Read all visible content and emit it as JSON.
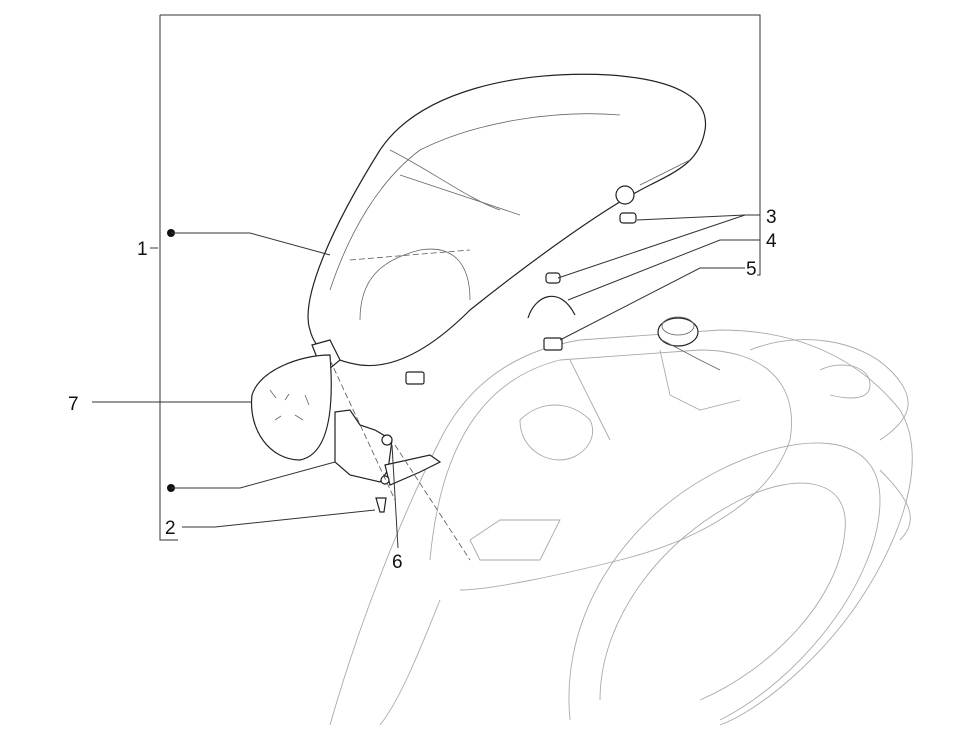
{
  "diagram": {
    "callouts": [
      {
        "id": "1",
        "label": "1"
      },
      {
        "id": "2",
        "label": "2"
      },
      {
        "id": "3",
        "label": "3"
      },
      {
        "id": "4",
        "label": "4"
      },
      {
        "id": "5",
        "label": "5"
      },
      {
        "id": "6",
        "label": "6"
      },
      {
        "id": "7",
        "label": "7"
      }
    ],
    "line_color": "#333333",
    "scooter_outline_color": "#aaaaaa"
  }
}
